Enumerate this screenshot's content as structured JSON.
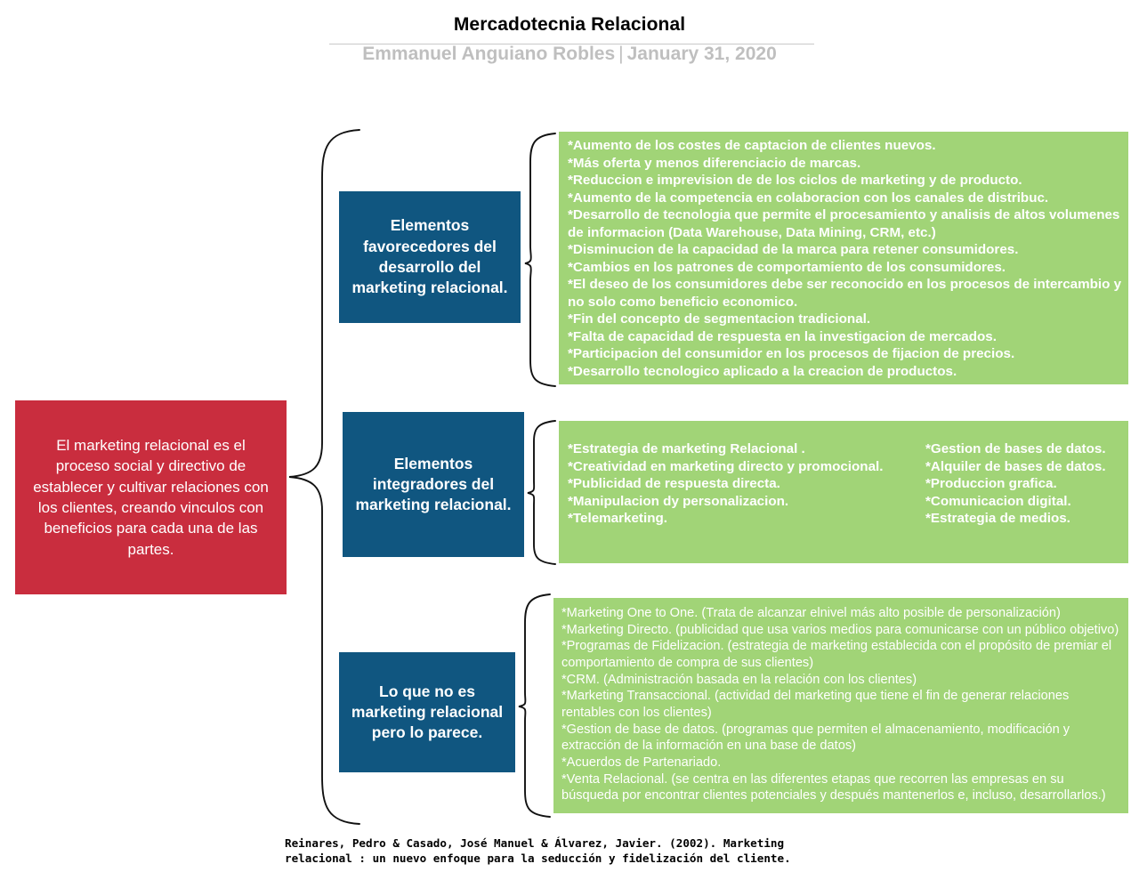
{
  "header": {
    "title": "Mercadotecnia Relacional",
    "author": "Emmanuel Anguiano Robles",
    "separator": "|",
    "date": "January 31, 2020"
  },
  "colors": {
    "red": "#c92d3e",
    "blue": "#105680",
    "green": "#a1d477",
    "title_text": "#000000",
    "byline_text": "#bfbfbf",
    "rule": "#c9c9c9"
  },
  "root": {
    "text": "El marketing relacional es el proceso social y directivo de establecer y cultivar relaciones con los clientes, creando vinculos con beneficios para cada una de las partes."
  },
  "branches": [
    {
      "label": "Elementos favorecedores del desarrollo del marketing relacional.",
      "items": [
        "*Aumento de los costes  de captacion de clientes nuevos.",
        "*Más oferta y menos diferenciacio de marcas.",
        "*Reduccion e imprevision de de los ciclos de marketing y de producto.",
        "*Aumento de la competencia en colaboracion con los canales de distribuc.",
        "*Desarrollo de tecnologia que permite el procesamiento y analisis de altos volumenes de informacion (Data Warehouse, Data Mining, CRM, etc.)",
        "*Disminucion de la capacidad de la marca para retener consumidores.",
        "*Cambios  en los patrones  de  comportamiento de los consumidores.",
        "*El deseo de los consumidores debe ser reconocido  en los procesos de intercambio y no solo como beneficio economico.",
        "*Fin del concepto de segmentacion tradicional.",
        "*Falta de capacidad de respuesta en la investigacion de mercados.",
        "*Participacion del consumidor en los procesos de fijacion de precios.",
        "*Desarrollo tecnologico aplicado a la creacion de productos."
      ]
    },
    {
      "label": "Elementos integradores del marketing relacional.",
      "column_left": [
        "*Estrategia de marketing Relacional .",
        "*Creatividad en marketing directo y promocional.",
        "*Publicidad de respuesta directa.",
        "*Manipulacion dy personalizacion.",
        "*Telemarketing."
      ],
      "column_right": [
        "*Gestion de bases de datos.",
        "*Alquiler de bases de datos.",
        " *Produccion grafica.",
        "*Comunicacion digital.",
        "*Estrategia de medios."
      ]
    },
    {
      "label": "Lo que no es marketing relacional pero lo parece.",
      "items": [
        "*Marketing One to One. (Trata de alcanzar elnivel más alto posible de personalización)",
        "*Marketing Directo. (publicidad que usa varios medios para comunicarse con un público objetivo)",
        "*Programas de Fidelizacion. (estrategia de marketing establecida con el propósito de premiar el comportamiento de compra de sus clientes)",
        "*CRM. (Administración basada en la relación con los clientes)",
        "*Marketing Transaccional. (actividad del marketing que tiene el fin de generar relaciones rentables con los clientes)",
        "*Gestion de base de datos. (programas que permiten el almacenamiento, modificación y extracción de la información en una base de datos)",
        "*Acuerdos de Partenariado.",
        "*Venta Relacional. (se centra en las diferentes etapas que recorren las empresas en su búsqueda por encontrar clientes potenciales y después mantenerlos e, incluso, desarrollarlos.)"
      ]
    }
  ],
  "citation": {
    "line1": "Reinares, Pedro & Casado, José Manuel & Álvarez, Javier. (2002). Marketing",
    "line2": "relacional : un nuevo enfoque para la seducción y fidelización del cliente."
  }
}
